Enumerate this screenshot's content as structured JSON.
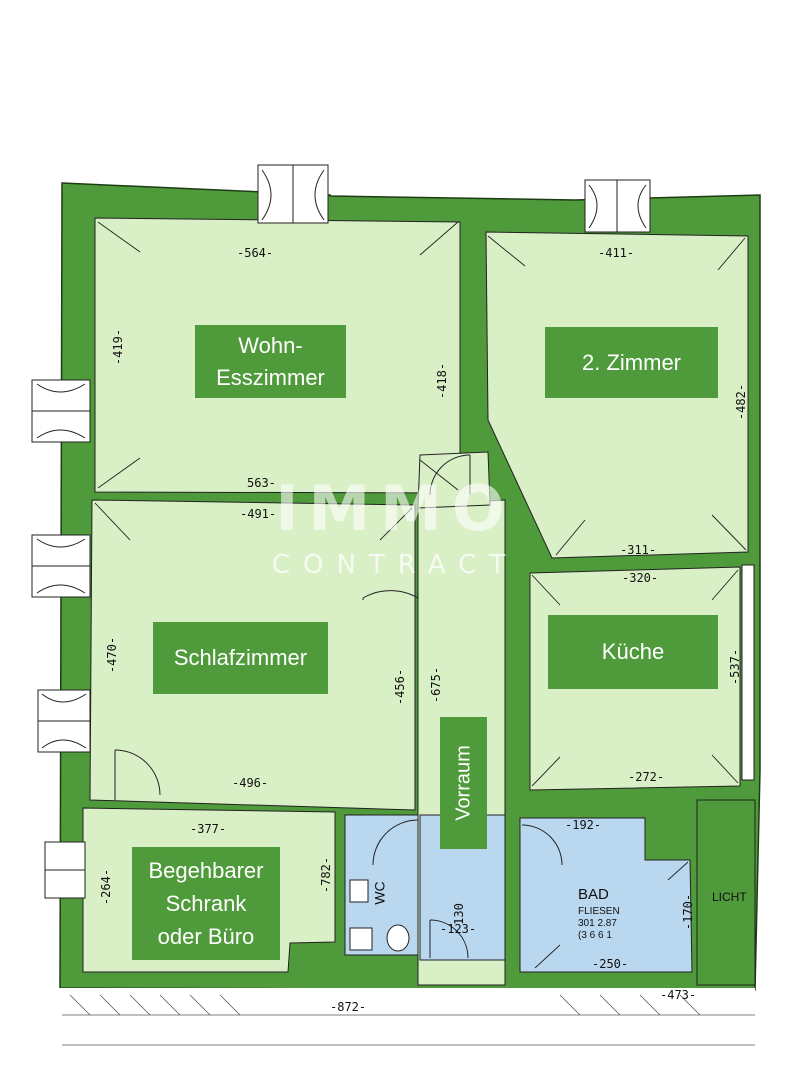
{
  "rooms": {
    "wohn": {
      "line1": "Wohn-",
      "line2": "Esszimmer"
    },
    "zimmer2": {
      "label": "2. Zimmer"
    },
    "schlaf": {
      "label": "Schlafzimmer"
    },
    "kueche": {
      "label": "Küche"
    },
    "schrank": {
      "line1": "Begehbarer",
      "line2": "Schrank",
      "line3": "oder Büro"
    },
    "vorraum": {
      "label": "Vorraum"
    },
    "wc": {
      "label": "WC"
    },
    "bad": {
      "label": "BAD",
      "sub1": "FLIESEN",
      "sub2": "301  2.87",
      "sub3": "(3 6 6 1"
    },
    "licht": {
      "label": "LICHT"
    }
  },
  "dimensions": {
    "wohn_top": "-564-",
    "wohn_bottom": "563-",
    "wohn_left": "-419-",
    "wohn_right": "-418-",
    "zimmer2_top": "-411-",
    "zimmer2_bottom": "-311-",
    "zimmer2_right": "-482-",
    "schlaf_top": "-491-",
    "schlaf_bottom": "-496-",
    "schlaf_left": "-470-",
    "schlaf_right": "-456-",
    "vorraum_len": "-675-",
    "kueche_top": "-320-",
    "kueche_bottom": "-272-",
    "kueche_right": "-537-",
    "schrank_top": "-377-",
    "schrank_left": "-264-",
    "schrank_right": "-782-",
    "bad_top": "-192-",
    "bad_bottom": "-250-",
    "bad_right": "-170-",
    "wc_dim": "-123-",
    "wc_len": "130",
    "outer_bottom": "-872-",
    "outer_bottom_right": "-473-"
  },
  "watermark": {
    "big": "IMMO",
    "small": "CONTRACT"
  },
  "colors": {
    "wall": "#4f9a3a",
    "floor": "#d9efc6",
    "wet": "#b9d8f0",
    "label_bg": "#4f9a3a",
    "window": "#ffffff"
  }
}
